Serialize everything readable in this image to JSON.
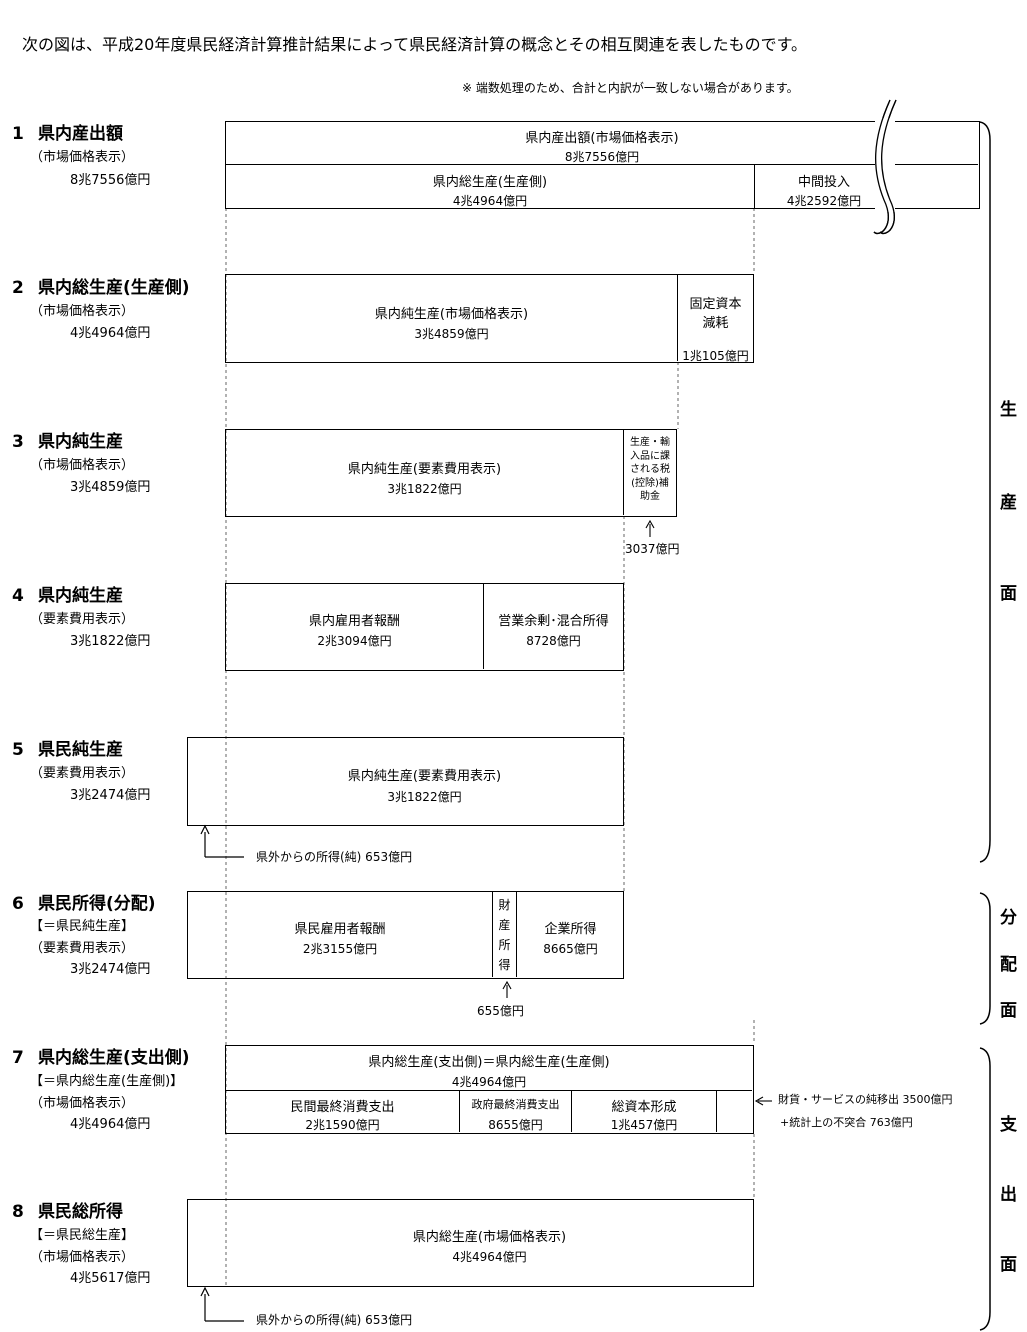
{
  "intro": "次の図は、平成20年度県民経済計算推計結果によって県民経済計算の概念とその相互関連を表したものです。",
  "note": "※ 端数処理のため、合計と内訳が一致しない場合があります。",
  "items": [
    {
      "num": "1",
      "title": "県内産出額",
      "sub1": "（市場価格表示）",
      "sub2": "",
      "value": "8兆7556億円"
    },
    {
      "num": "2",
      "title": "県内総生産(生産側)",
      "sub1": "（市場価格表示）",
      "sub2": "",
      "value": "4兆4964億円"
    },
    {
      "num": "3",
      "title": "県内純生産",
      "sub1": "（市場価格表示）",
      "sub2": "",
      "value": "3兆4859億円"
    },
    {
      "num": "4",
      "title": "県内純生産",
      "sub1": "（要素費用表示）",
      "sub2": "",
      "value": "3兆1822億円"
    },
    {
      "num": "5",
      "title": "県民純生産",
      "sub1": "（要素費用表示）",
      "sub2": "",
      "value": "3兆2474億円"
    },
    {
      "num": "6",
      "title": "県民所得(分配)",
      "sub1": "【＝県民純生産】",
      "sub2": "（要素費用表示）",
      "value": "3兆2474億円"
    },
    {
      "num": "7",
      "title": "県内総生産(支出側)",
      "sub1": "【＝県内総生産(生産側)】",
      "sub2": "（市場価格表示）",
      "value": "4兆4964億円"
    },
    {
      "num": "8",
      "title": "県民総所得",
      "sub1": "【＝県民総生産】",
      "sub2": "（市場価格表示）",
      "value": "4兆5617億円"
    }
  ],
  "box1": {
    "top_label": "県内産出額(市場価格表示)",
    "top_value": "8兆7556億円",
    "left_label": "県内総生産(生産側)",
    "left_value": "4兆4964億円",
    "right_label": "中間投入",
    "right_value": "4兆2592億円"
  },
  "box2": {
    "main_label": "県内純生産(市場価格表示)",
    "main_value": "3兆4859億円",
    "dep_label1": "固定資本",
    "dep_label2": "減耗",
    "dep_value": "1兆105億円"
  },
  "box3": {
    "main_label": "県内純生産(要素費用表示)",
    "main_value": "3兆1822億円",
    "tax_l1": "生産・輸",
    "tax_l2": "入品に課",
    "tax_l3": "される税",
    "tax_l4": "(控除)補",
    "tax_l5": "助金",
    "tax_value": "3037億円"
  },
  "box4": {
    "left_label": "県内雇用者報酬",
    "left_value": "2兆3094億円",
    "right_label": "営業余剰･混合所得",
    "right_value": "8728億円"
  },
  "box5": {
    "main_label": "県内純生産(要素費用表示)",
    "main_value": "3兆1822億円",
    "note": "県外からの所得(純) 653億円"
  },
  "box6": {
    "left_label": "県民雇用者報酬",
    "left_value": "2兆3155億円",
    "prop_c1": "財",
    "prop_c2": "産",
    "prop_c3": "所",
    "prop_c4": "得",
    "right_label": "企業所得",
    "right_value": "8665億円",
    "prop_value": "655億円"
  },
  "box7": {
    "top_label": "県内総生産(支出側)＝県内総生産(生産側)",
    "top_value": "4兆4964億円",
    "c1_label": "民間最終消費支出",
    "c1_value": "2兆1590億円",
    "c2_label": "政府最終消費支出",
    "c2_value": "8655億円",
    "c3_label": "総資本形成",
    "c3_value": "1兆457億円",
    "note1": "財貨・サービスの純移出 3500億円",
    "note2": "+統計上の不突合 763億円"
  },
  "box8": {
    "main_label": "県内総生産(市場価格表示)",
    "main_value": "4兆4964億円",
    "note": "県外からの所得(純) 653億円"
  },
  "sides": {
    "production": [
      "生",
      "産",
      "面"
    ],
    "distribution": [
      "分",
      "配",
      "面"
    ],
    "expenditure": [
      "支",
      "出",
      "面"
    ]
  }
}
